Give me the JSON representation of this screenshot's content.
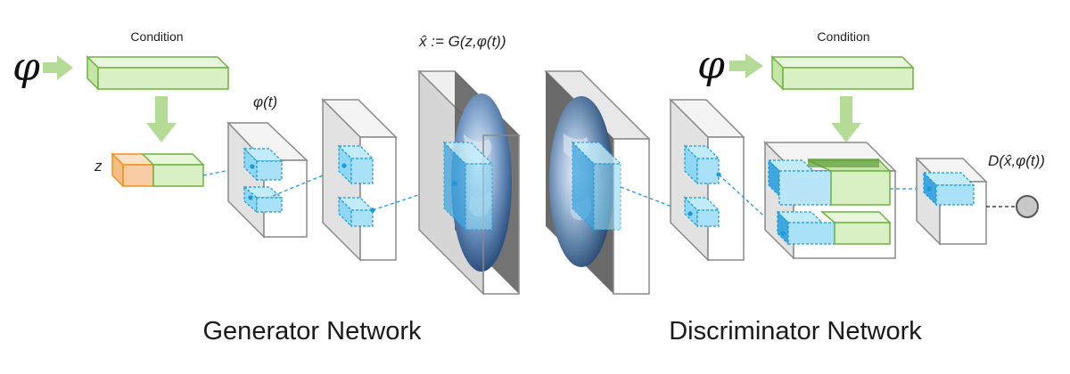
{
  "generator": {
    "condition_symbol": "φ",
    "condition_label": "Condition",
    "noise_label": "z",
    "embedding_label": "φ(t)",
    "output_label": "x̂ := G(z,φ(t))",
    "caption": "Generator Network"
  },
  "discriminator": {
    "condition_symbol": "φ",
    "condition_label": "Condition",
    "output_label": "D(x̂,φ(t))",
    "caption": "Discriminator Network"
  },
  "colors": {
    "green_fill": "#d9efc4",
    "green_stroke": "#6cb33f",
    "arrow_green": "#b5dc96",
    "blue_fill": "#8ed8f5",
    "blue_stroke": "#1a9ad6",
    "orange_fill": "#f8cda4",
    "orange_stroke": "#f0901e",
    "box_fill": "#e8e8e8",
    "box_stroke": "#8a8a8a",
    "output_node": "#c8c8c8"
  },
  "icons": [
    "earth-image",
    "arrow-right-icon",
    "arrow-down-icon",
    "output-circle-icon"
  ]
}
